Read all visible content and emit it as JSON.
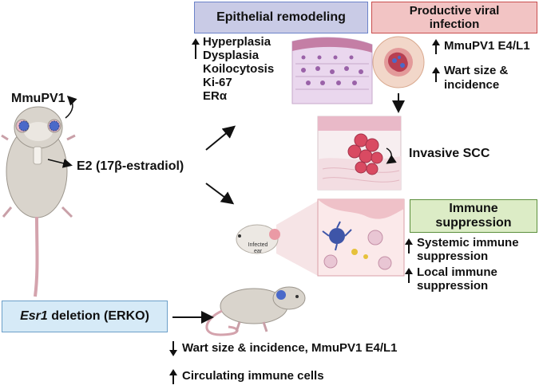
{
  "boxes": {
    "epithelial": "Epithelial remodeling",
    "productive_line1": "Productive viral",
    "productive_line2": "infection",
    "immune_line1": "Immune",
    "immune_line2": "suppression",
    "esr1_italic": "Esr1",
    "esr1_rest": " deletion (ERKO)"
  },
  "labels": {
    "virus": "MmuPV1",
    "e2": "E2 (17β-estradiol)",
    "invasive": "Invasive SCC",
    "infected_ear_line1": "Infected",
    "infected_ear_line2": "ear"
  },
  "epithelial_items": [
    "Hyperplasia",
    "Dysplasia",
    "Koilocytosis",
    "Ki-67",
    "ERα"
  ],
  "viral_items": [
    {
      "arrow": "up",
      "lines": [
        "MmuPV1 E4/L1"
      ]
    },
    {
      "arrow": "up",
      "lines": [
        "Wart size &",
        "incidence"
      ]
    }
  ],
  "immune_items": [
    {
      "arrow": "up",
      "lines": [
        "Systemic immune",
        "suppression"
      ]
    },
    {
      "arrow": "up",
      "lines": [
        "Local immune",
        "suppression"
      ]
    }
  ],
  "erko_items": [
    {
      "arrow": "down",
      "text": "Wart size & incidence, MmuPV1 E4/L1"
    },
    {
      "arrow": "up",
      "text": "Circulating immune cells"
    }
  ],
  "colors": {
    "epithelial_box": "#c9cbe6",
    "productive_box": "#f2c4c4",
    "immune_box": "#dcecc6",
    "esr1_box": "#d6eaf7",
    "box_border_blue": "#6b83c9",
    "box_border_red": "#c94d4d",
    "box_border_green": "#5c8f3c",
    "mouse_body": "#d9d4cc",
    "tissue_pink": "#e9b9c8",
    "cell_red": "#d94a62",
    "virus_blue": "#4a69c9"
  },
  "icons": [
    "up-arrow-icon",
    "down-arrow-icon",
    "virus-icon",
    "mouse-icon",
    "tissue-icon"
  ]
}
